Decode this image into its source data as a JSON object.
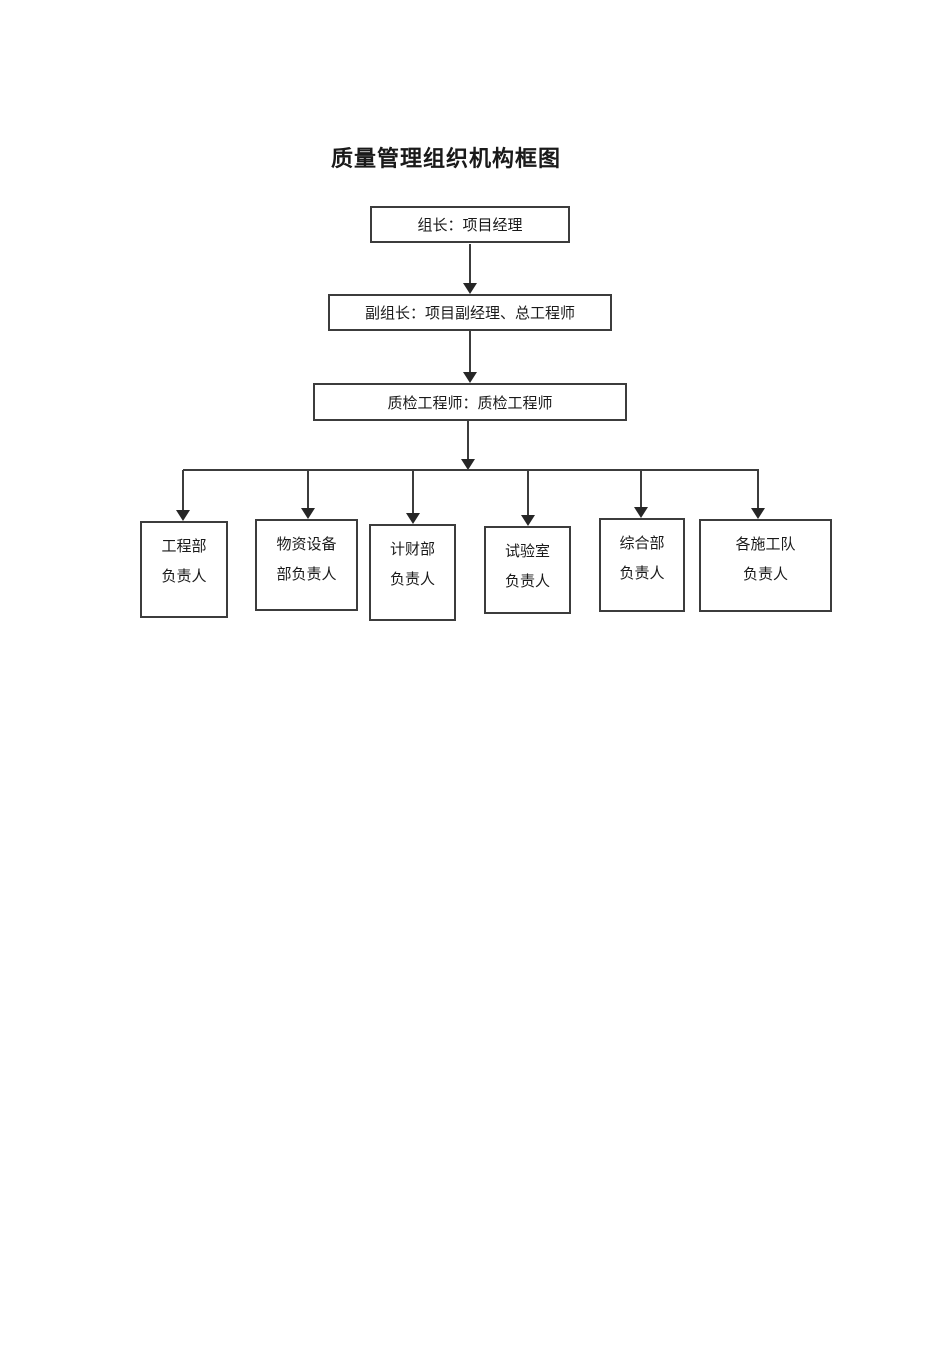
{
  "page": {
    "title": "质量管理组织机构框图"
  },
  "org_chart": {
    "levels": [
      {
        "role": "leader",
        "label": "组长：项目经理"
      },
      {
        "role": "deputy-leader",
        "label": "副组长：项目副经理、总工程师"
      },
      {
        "role": "qc-engineer",
        "label": "质检工程师：质检工程师"
      }
    ],
    "departments": [
      {
        "line1": "工程部",
        "line2": "负责人"
      },
      {
        "line1": "物资设备",
        "line2": "部负责人"
      },
      {
        "line1": "计财部",
        "line2": "负责人"
      },
      {
        "line1": "试验室",
        "line2": "负责人"
      },
      {
        "line1": "综合部",
        "line2": "负责人"
      },
      {
        "line1": "各施工队",
        "line2": "负责人"
      }
    ]
  },
  "colors": {
    "line": "#3c3c3c",
    "background": "#ffffff",
    "text": "#1a1a1a"
  }
}
